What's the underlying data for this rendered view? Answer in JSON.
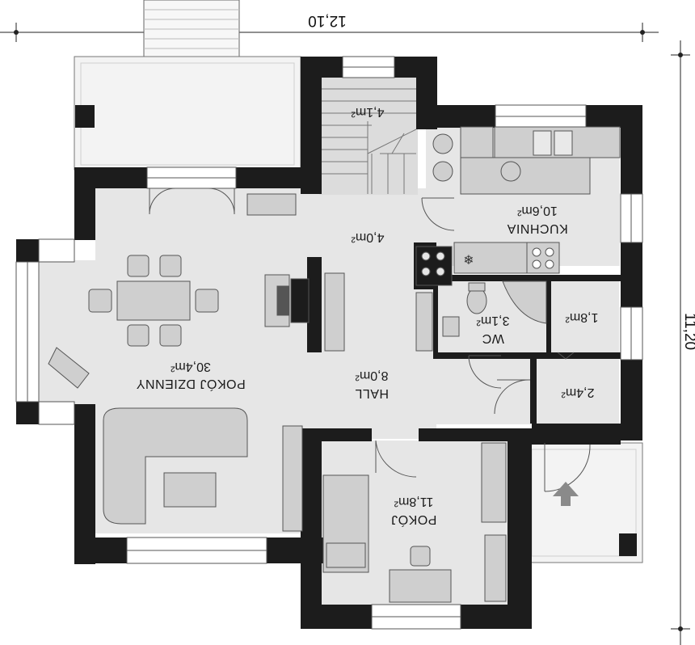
{
  "dimensions": {
    "width_label": "12,10",
    "height_label": "11,20"
  },
  "rooms": {
    "stairs": {
      "area": "4,1m²"
    },
    "kitchen": {
      "name": "KUCHNIA",
      "area": "10,6m²"
    },
    "corridor": {
      "area": "4,0m²"
    },
    "living": {
      "name": "POKÓJ DZIENNY",
      "area": "30,4m²"
    },
    "hall": {
      "name": "HALL",
      "area": "8,0m²"
    },
    "wc": {
      "name": "WC",
      "area": "3,1m²"
    },
    "storage": {
      "area": "1,8m²"
    },
    "vestibule": {
      "area": "2,4m²"
    },
    "room": {
      "name": "POKÓJ",
      "area": "11,8m²"
    }
  },
  "colors": {
    "wall": "#1c1c1c",
    "floor": "#e6e6e6",
    "terrace": "#f4f4f4",
    "furniture": "#c9c9c9",
    "line": "#555555"
  }
}
